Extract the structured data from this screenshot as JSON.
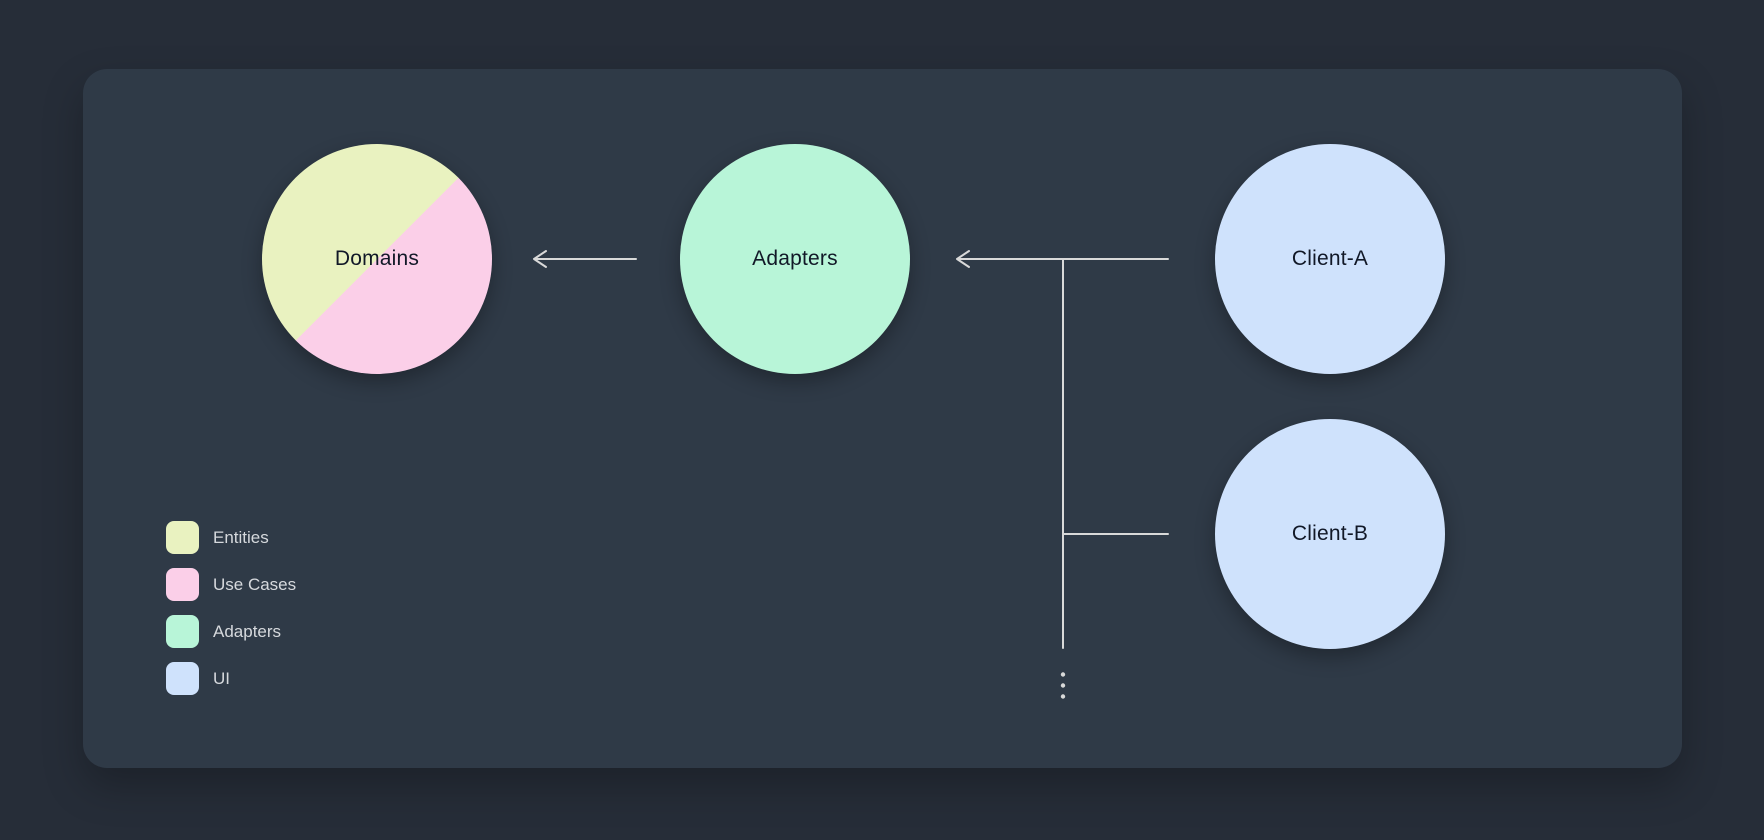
{
  "nodes": {
    "domains": {
      "label": "Domains"
    },
    "adapters": {
      "label": "Adapters"
    },
    "client_a": {
      "label": "Client-A"
    },
    "client_b": {
      "label": "Client-B"
    }
  },
  "legend": {
    "items": [
      {
        "label": "Entities",
        "color": "#e9f2c0"
      },
      {
        "label": "Use Cases",
        "color": "#fbcfe8"
      },
      {
        "label": "Adapters",
        "color": "#b8f5d8"
      },
      {
        "label": "UI",
        "color": "#cfe2fc"
      }
    ]
  },
  "colors": {
    "background": "#262d38",
    "panel": "#2f3a47",
    "entities": "#e9f2c0",
    "use_cases": "#fbcfe8",
    "adapters": "#b8f5d8",
    "ui": "#cfe2fc",
    "connector": "#d9d9d9",
    "node_text": "#111827",
    "legend_text": "#d6d9dd"
  }
}
